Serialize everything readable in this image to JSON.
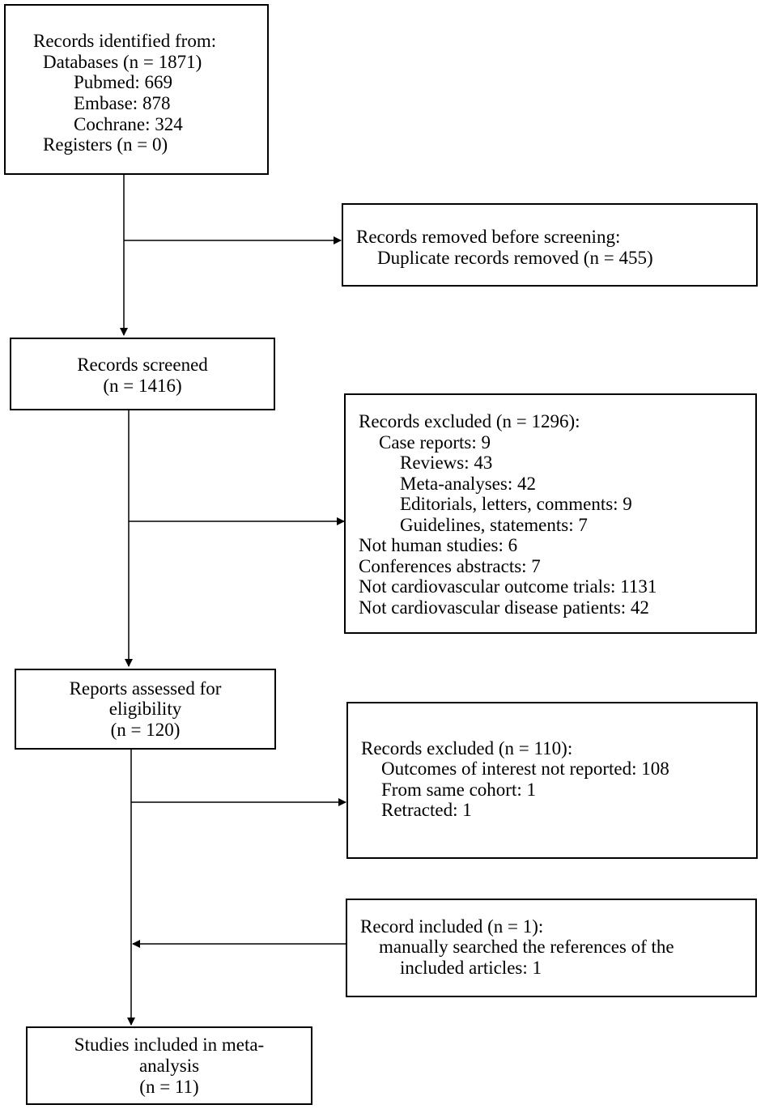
{
  "identification": {
    "lines": [
      "Records identified from:",
      "Databases (n = 1871)",
      "Pubmed: 669",
      "Embase: 878",
      "Cochrane: 324",
      "Registers (n = 0)"
    ]
  },
  "removed": {
    "lines": [
      "Records removed before screening:",
      "Duplicate records removed (n = 455)"
    ]
  },
  "screened": {
    "lines": [
      "Records screened",
      "(n = 1416)"
    ]
  },
  "excluded_screening": {
    "lines": [
      "Records excluded (n = 1296):",
      "Case reports: 9",
      "Reviews: 43",
      "Meta-analyses: 42",
      "Editorials, letters, comments: 9",
      "Guidelines, statements: 7",
      "Not human studies: 6",
      "Conferences abstracts: 7",
      "Not cardiovascular outcome trials: 1131",
      "Not cardiovascular disease patients: 42"
    ]
  },
  "assessed": {
    "lines": [
      "Reports assessed for",
      "eligibility",
      "(n = 120)"
    ]
  },
  "excluded_eligibility": {
    "lines": [
      "Records excluded (n = 110):",
      "Outcomes of interest not reported: 108",
      "From same cohort: 1",
      "Retracted: 1"
    ]
  },
  "manual": {
    "lines": [
      "Record included (n = 1):",
      "manually searched the references of the",
      "included articles: 1"
    ]
  },
  "included": {
    "lines": [
      "Studies included in meta-",
      "analysis",
      "(n = 11)"
    ]
  }
}
